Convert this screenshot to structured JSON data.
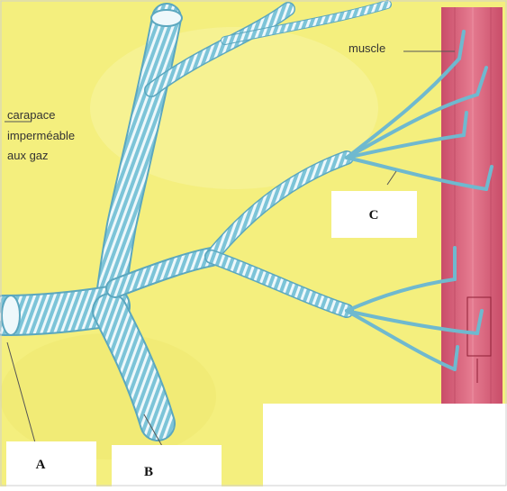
{
  "labels": {
    "carapace_lines": [
      "carapace",
      "imperméable",
      "aux gaz"
    ],
    "muscle": "muscle",
    "box_a": "A",
    "box_b": "B",
    "box_c": "C"
  },
  "colors": {
    "background": "#f4ef7e",
    "trachea_blue": "#7cc4d8",
    "trachea_ring": "#eef8fb",
    "muscle_red": "#d9637a"
  }
}
